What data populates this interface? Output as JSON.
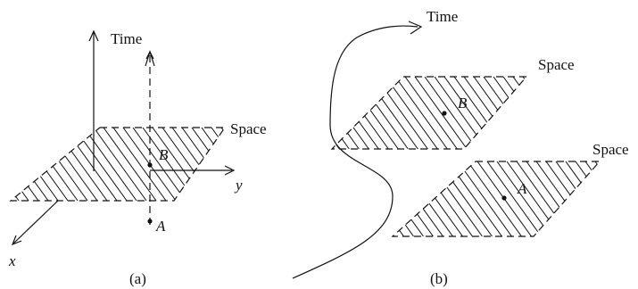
{
  "panel_a": {
    "time_label": "Time",
    "space_label": "Space",
    "axis_x_label": "x",
    "axis_y_label": "y",
    "point_b_label": "B",
    "point_a_label": "A",
    "caption": "(a)"
  },
  "panel_b": {
    "time_label": "Time",
    "space_upper_label": "Space",
    "space_lower_label": "Space",
    "point_b_label": "B",
    "point_a_label": "A",
    "caption": "(b)"
  }
}
